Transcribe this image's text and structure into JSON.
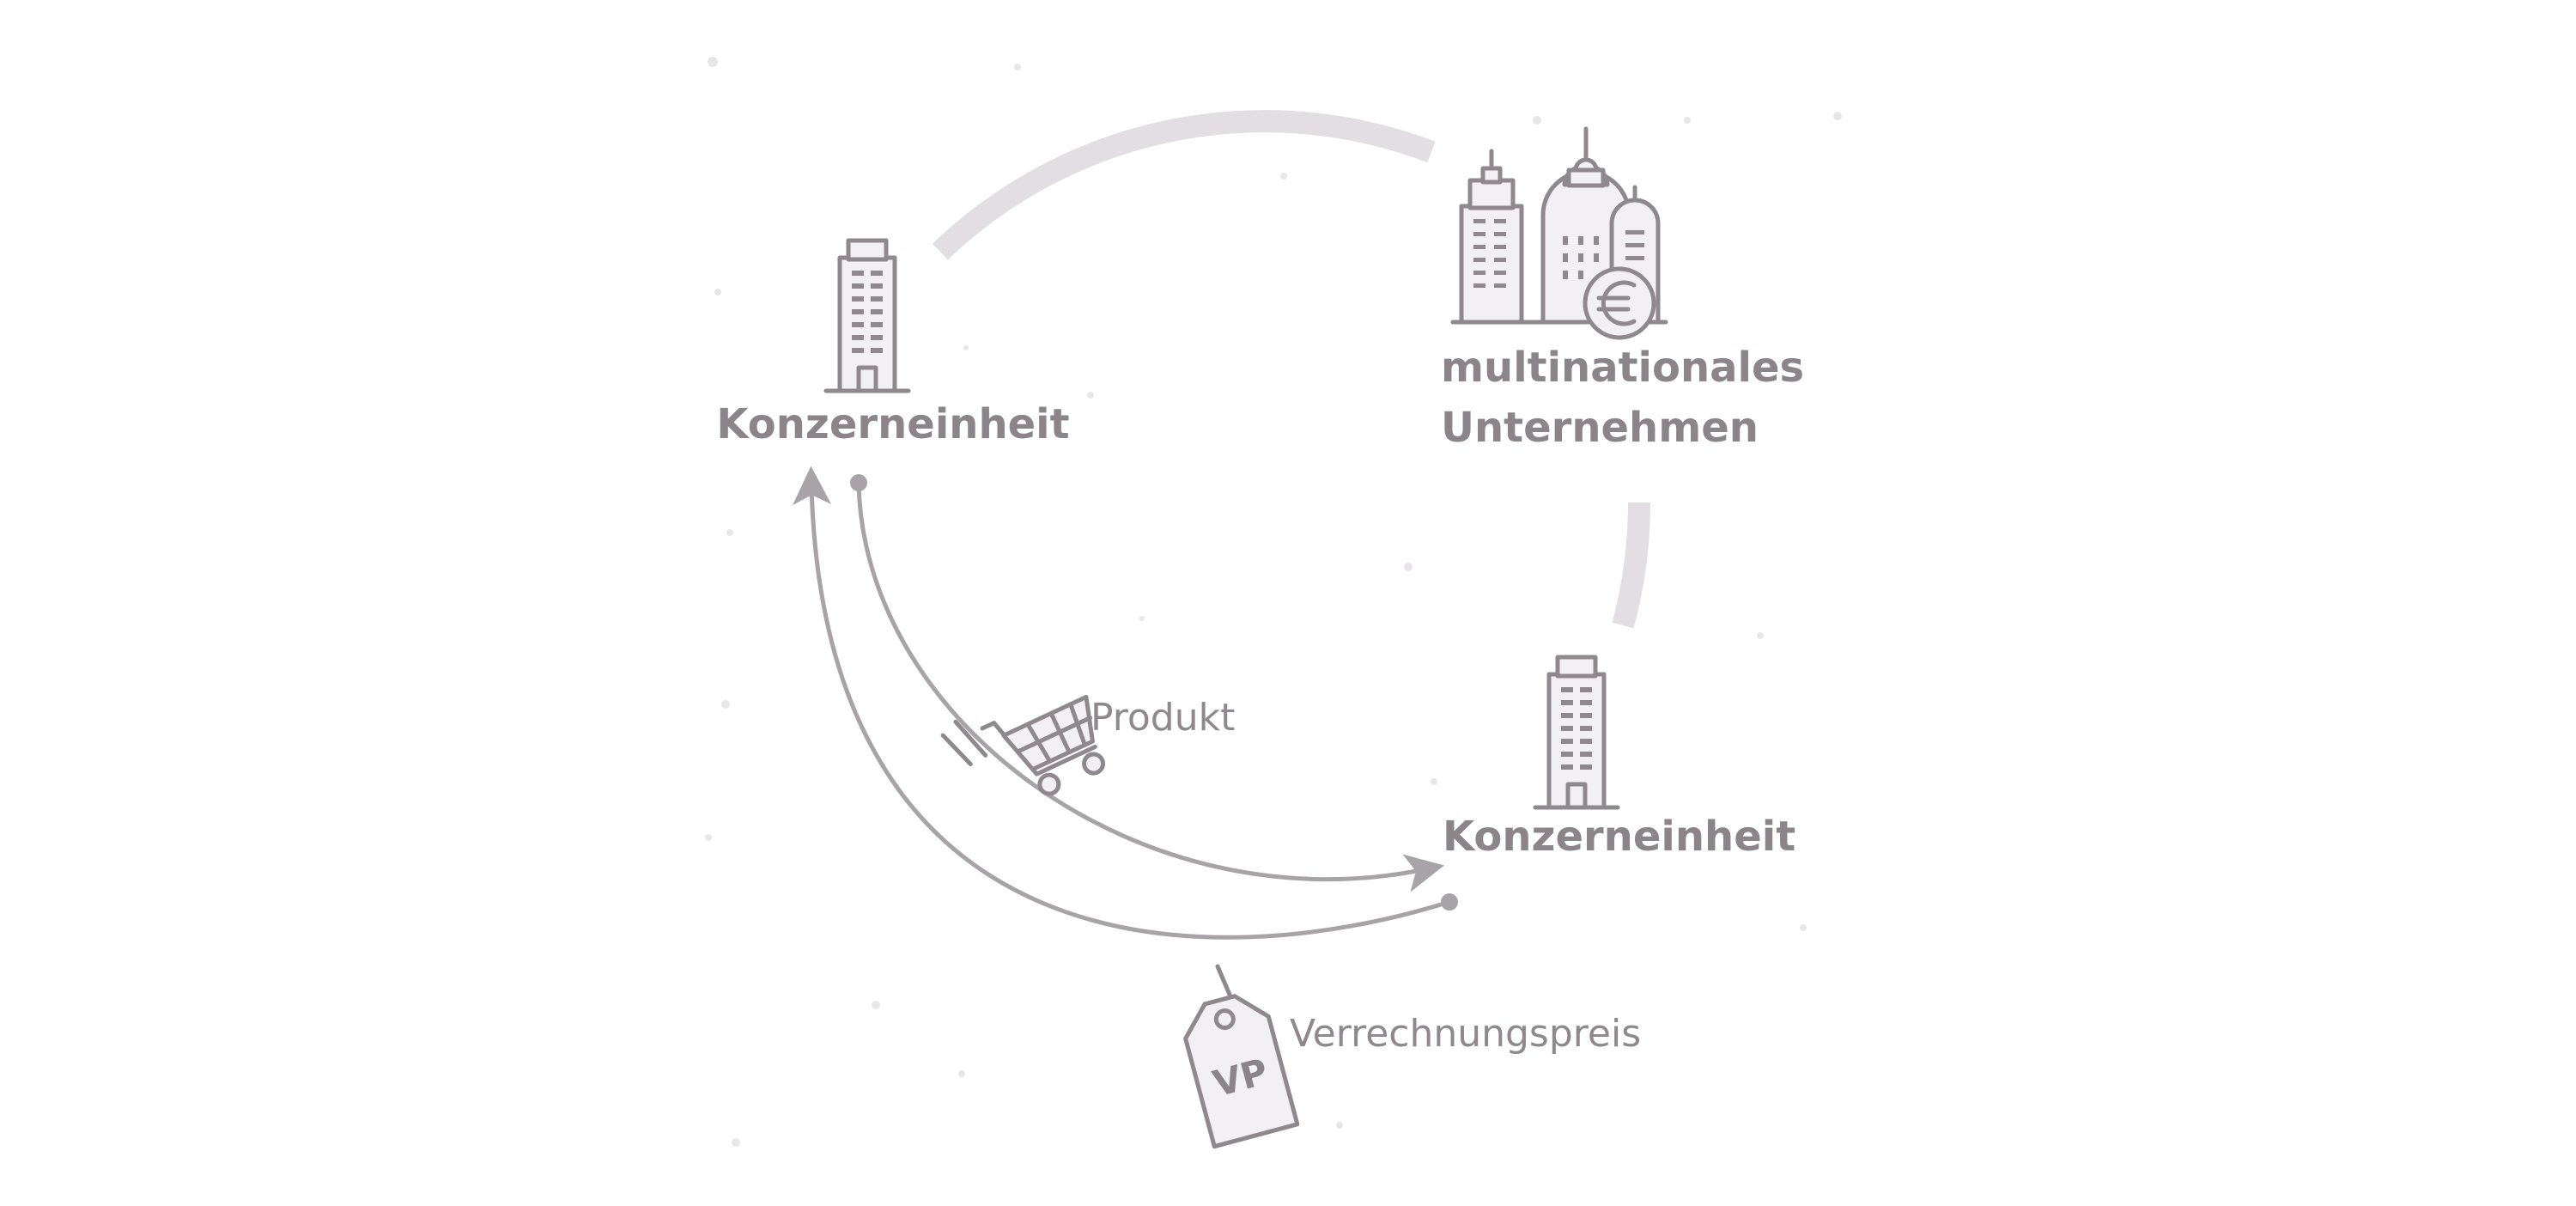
{
  "entities": {
    "top_left_label": "Konzerneinheit",
    "bottom_right_label": "Konzerneinheit",
    "multinational_line1": "multinationales",
    "multinational_line2": "Unternehmen"
  },
  "flows": {
    "product_label": "Produkt",
    "transfer_price_label": "Verrechnungspreis",
    "tag_text": "VP"
  },
  "icons": {
    "building": "office-tower-icon",
    "skyline": "city-skyline-icon",
    "currency": "euro-icon",
    "cart": "shopping-cart-icon",
    "tag": "price-tag-icon"
  },
  "colors": {
    "text": "#8b8589",
    "line": "#a8a3a6",
    "background_ring": "#e2dee1"
  }
}
